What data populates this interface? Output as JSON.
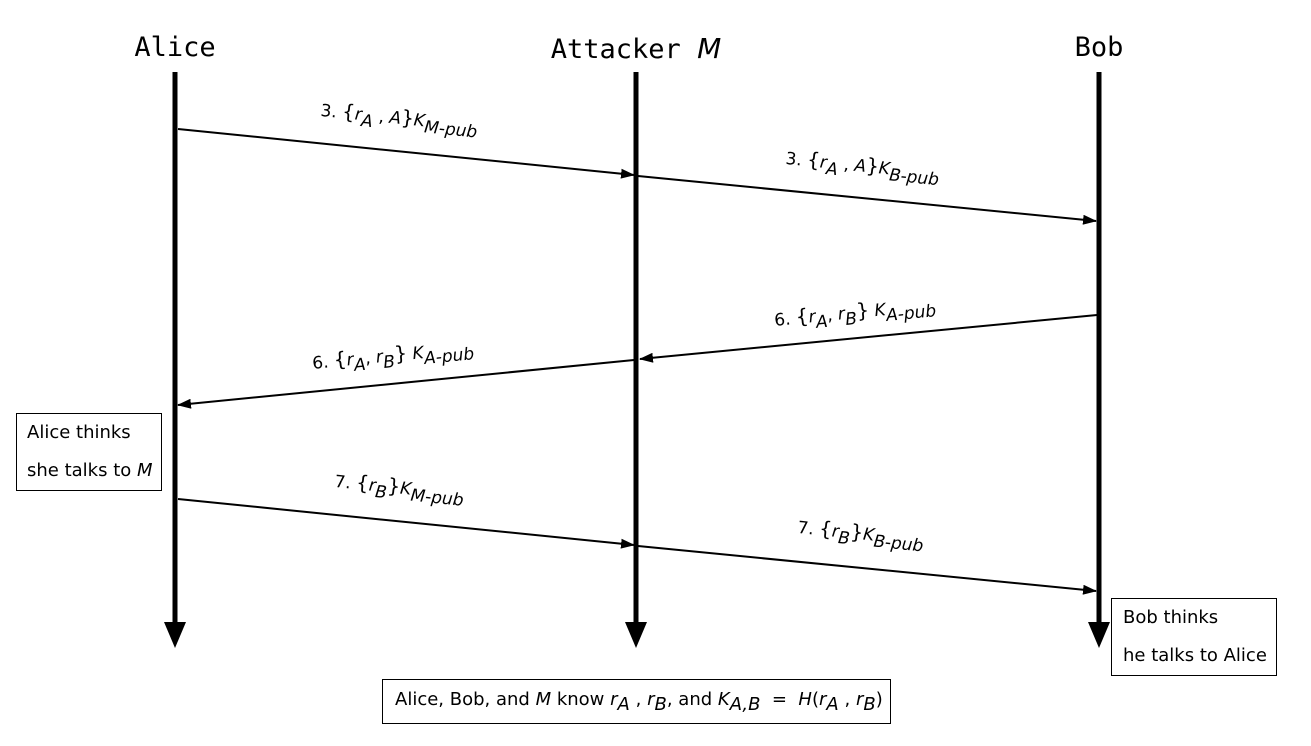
{
  "participants": {
    "alice": "Alice",
    "attacker": "Attacker",
    "attacker_var": "M",
    "bob": "Bob"
  },
  "messages": [
    {
      "num": "3.",
      "a": "r",
      "a_sub": "A",
      "sep": ",",
      "b": "A",
      "key": "K",
      "key_sub": "M-pub"
    },
    {
      "num": "3.",
      "a": "r",
      "a_sub": "A",
      "sep": ",",
      "b": "A",
      "key": "K",
      "key_sub": "B-pub"
    },
    {
      "num": "6.",
      "a": "r",
      "a_sub": "A",
      "sep": ",",
      "b": "r",
      "b_sub": "B",
      "key": "K",
      "key_sub": "A-pub"
    },
    {
      "num": "6.",
      "a": "r",
      "a_sub": "A",
      "sep": ",",
      "b": "r",
      "b_sub": "B",
      "key": "K",
      "key_sub": "A-pub"
    },
    {
      "num": "7.",
      "a": "r",
      "a_sub": "B",
      "key": "K",
      "key_sub": "M-pub"
    },
    {
      "num": "7.",
      "a": "r",
      "a_sub": "B",
      "key": "K",
      "key_sub": "B-pub"
    }
  ],
  "notes": {
    "alice_line1": "Alice thinks",
    "alice_line2_pre": "she talks to",
    "alice_line2_var": "M",
    "bob_line1": "Bob thinks",
    "bob_line2": "he talks to Alice"
  },
  "footer": {
    "pre": "Alice, Bob, and",
    "var_m": "M",
    "know": "know",
    "r1": "r",
    "r1_sub": "A",
    "comma1": ",",
    "r2": "r",
    "r2_sub": "B",
    "and": ", and",
    "k": "K",
    "k_sub": "A,B",
    "eq": "=",
    "h": "H",
    "paren_open": "(",
    "h_r1": "r",
    "h_r1_sub": "A",
    "h_comma": ",",
    "h_r2": "r",
    "h_r2_sub": "B",
    "paren_close": ")"
  },
  "colors": {
    "ink": "#000000",
    "background": "#ffffff"
  }
}
